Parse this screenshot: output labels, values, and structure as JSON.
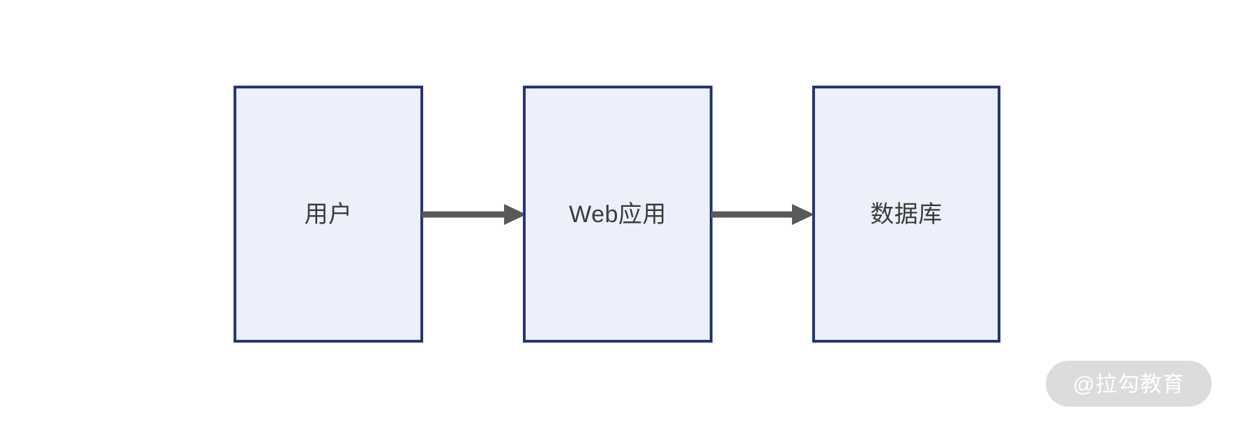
{
  "diagram": {
    "type": "flow",
    "orientation": "left-to-right",
    "background_color": "#ffffff",
    "node_fill_color": "#edf0fa",
    "node_border_color": "#25357d",
    "node_text_color": "#3b3b3b",
    "arrow_color": "#595959",
    "nodes": [
      {
        "id": "user",
        "label": "用户",
        "shape": "rectangle"
      },
      {
        "id": "webapp",
        "label": "Web应用",
        "shape": "rectangle"
      },
      {
        "id": "database",
        "label": "数据库",
        "shape": "rectangle"
      }
    ],
    "edges": [
      {
        "id": "user-to-webapp",
        "from": "用户",
        "to": "Web应用",
        "label": "",
        "style": "solid-arrow"
      },
      {
        "id": "webapp-to-database",
        "from": "Web应用",
        "to": "数据库",
        "label": "",
        "style": "solid-arrow"
      }
    ]
  },
  "watermark": {
    "text": "@拉勾教育",
    "pill_color": "#dcdcdc",
    "text_color": "#ffffff"
  }
}
